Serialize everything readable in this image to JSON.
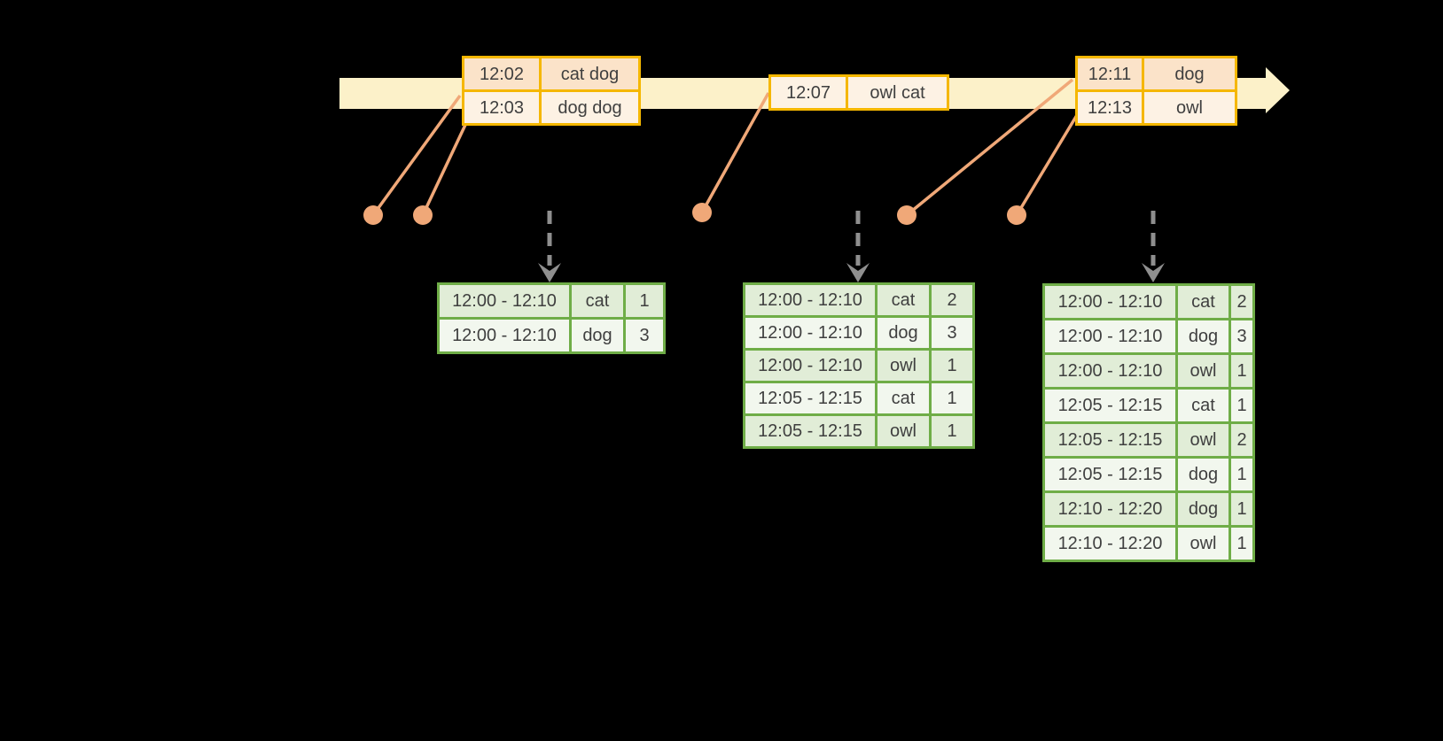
{
  "colors": {
    "background": "#000000",
    "timeline-fill": "#fcf1c9",
    "event-border": "#f5b700",
    "event-row-dark": "#fbe3c9",
    "event-row-light": "#fdf2e4",
    "marker": "#f0a878",
    "result-border": "#6fad47",
    "result-row-dark": "#e1edd7",
    "result-row-light": "#f2f7ee",
    "arrow-gray": "#8f8f8f",
    "text": "#3f3f3f"
  },
  "event_tables": [
    {
      "rows": [
        {
          "time": "12:02",
          "words": "cat dog"
        },
        {
          "time": "12:03",
          "words": "dog dog"
        }
      ]
    },
    {
      "rows": [
        {
          "time": "12:07",
          "words": "owl cat"
        }
      ]
    },
    {
      "rows": [
        {
          "time": "12:11",
          "words": "dog"
        },
        {
          "time": "12:13",
          "words": "owl"
        }
      ]
    }
  ],
  "result_tables": [
    {
      "rows": [
        {
          "window": "12:00 - 12:10",
          "word": "cat",
          "count": "1"
        },
        {
          "window": "12:00 - 12:10",
          "word": "dog",
          "count": "3"
        }
      ]
    },
    {
      "rows": [
        {
          "window": "12:00 - 12:10",
          "word": "cat",
          "count": "2"
        },
        {
          "window": "12:00 - 12:10",
          "word": "dog",
          "count": "3"
        },
        {
          "window": "12:00 - 12:10",
          "word": "owl",
          "count": "1"
        },
        {
          "window": "12:05 - 12:15",
          "word": "cat",
          "count": "1"
        },
        {
          "window": "12:05 - 12:15",
          "word": "owl",
          "count": "1"
        }
      ]
    },
    {
      "rows": [
        {
          "window": "12:00 - 12:10",
          "word": "cat",
          "count": "2"
        },
        {
          "window": "12:00 - 12:10",
          "word": "dog",
          "count": "3"
        },
        {
          "window": "12:00 - 12:10",
          "word": "owl",
          "count": "1"
        },
        {
          "window": "12:05 - 12:15",
          "word": "cat",
          "count": "1"
        },
        {
          "window": "12:05 - 12:15",
          "word": "owl",
          "count": "2"
        },
        {
          "window": "12:05 - 12:15",
          "word": "dog",
          "count": "1"
        },
        {
          "window": "12:10 - 12:20",
          "word": "dog",
          "count": "1"
        },
        {
          "window": "12:10 - 12:20",
          "word": "owl",
          "count": "1"
        }
      ]
    }
  ]
}
